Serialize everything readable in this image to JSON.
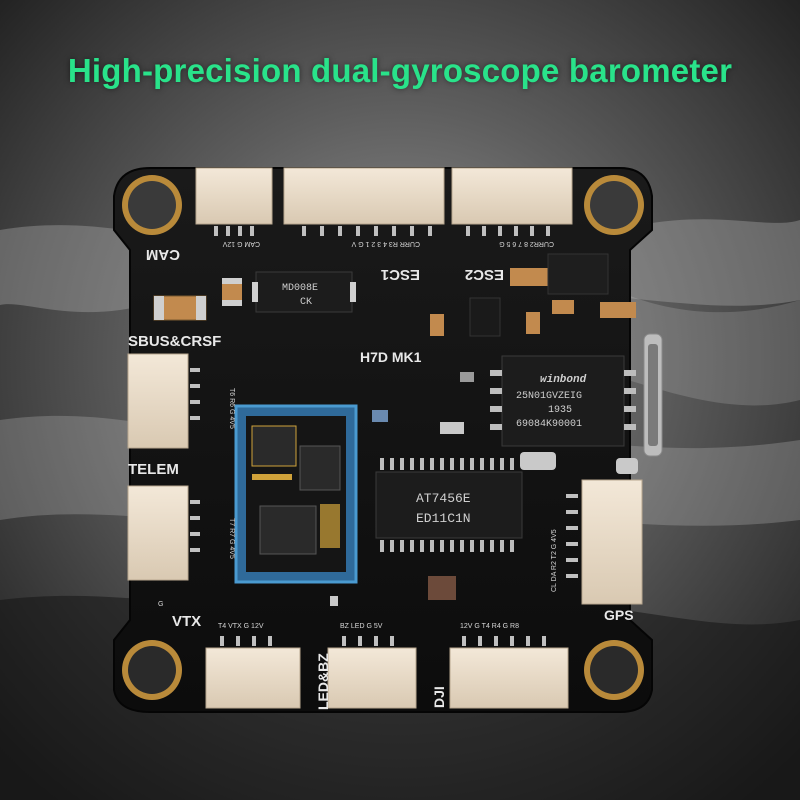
{
  "headline": "High-precision dual-gyroscope barometer",
  "board": {
    "model": "H7D MK1",
    "ports": {
      "cam": "CAM",
      "sbus_crsf": "SBUS&CRSF",
      "telem": "TELEM",
      "vtx": "VTX",
      "gps": "GPS",
      "esc1": "ESC1",
      "esc2": "ESC2",
      "led_bz": "LED&BZ",
      "dji": "DJI"
    },
    "pin_labels": {
      "cam": "CAM G 12V",
      "esc1": "CURR R3 4 3 2 1 G V",
      "esc2": "CURR2 8 7 6 5 G",
      "sbus": "T6 R6 G 4V5",
      "telem": "T7 R7 G 4V5",
      "vtx": "T4 VTX G 12V",
      "led": "BZ LED G 5V",
      "dji": "12V G T4 R4 G R8",
      "gps": "CL DA R2 T2 G 4V5",
      "g_mark": "G"
    },
    "chips": {
      "flash_brand": "winbond",
      "flash_line1": "25N01GVZEIG",
      "flash_line2": "1935",
      "flash_line3": "69084K90001",
      "osd_line1": "AT7456E",
      "osd_line2": "ED11C1N",
      "mod_line1": "MD008E",
      "mod_line2": "CK"
    }
  }
}
